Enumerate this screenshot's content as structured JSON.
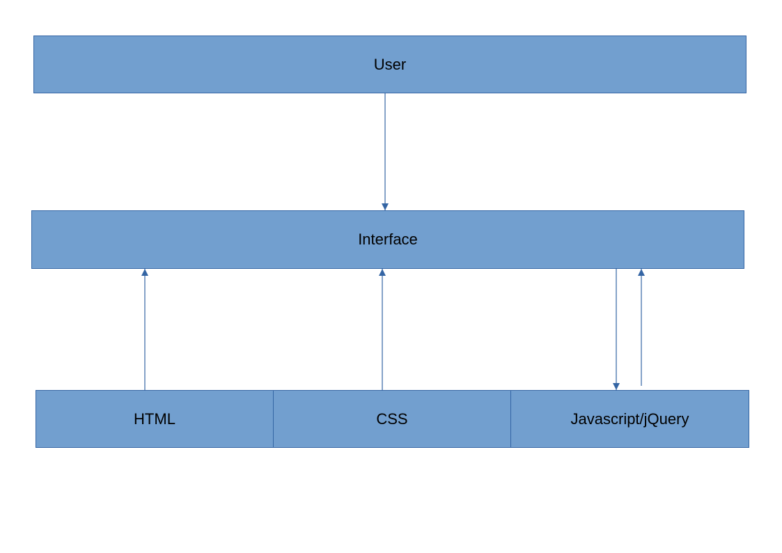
{
  "colors": {
    "box_fill": "#729fcf",
    "box_stroke": "#3465a4",
    "arrow": "#3465a4"
  },
  "nodes": {
    "user": "User",
    "interface": "Interface",
    "html": "HTML",
    "css": "CSS",
    "javascript": "Javascript/jQuery"
  },
  "edges": [
    {
      "from": "User",
      "to": "Interface"
    },
    {
      "from": "HTML",
      "to": "Interface"
    },
    {
      "from": "CSS",
      "to": "Interface"
    },
    {
      "from": "Interface",
      "to": "Javascript/jQuery"
    },
    {
      "from": "Javascript/jQuery",
      "to": "Interface"
    }
  ]
}
